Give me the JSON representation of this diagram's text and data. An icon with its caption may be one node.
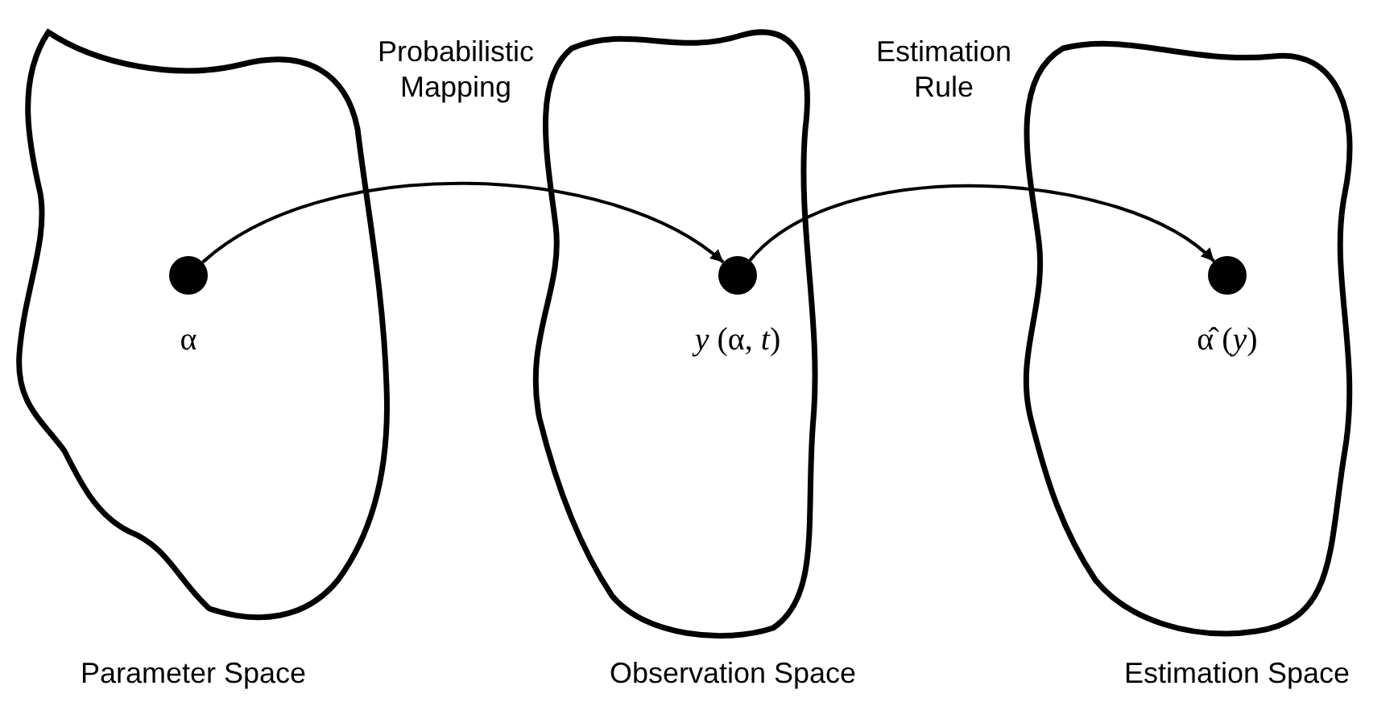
{
  "diagram": {
    "nodes": [
      {
        "text": [],
        "shape": "cloud",
        "beside": [
          "Parameter Space"
        ]
      },
      {
        "text": [],
        "shape": "circle",
        "in": 0,
        "beside": [
          "α"
        ]
      },
      {
        "text": [],
        "shape": "cloud",
        "beside": [
          "Observation Space"
        ]
      },
      {
        "text": [],
        "shape": "circle",
        "in": 2,
        "beside": [
          "*y* (α, *t*)"
        ]
      },
      {
        "text": [],
        "shape": "cloud",
        "beside": [
          "Estimation Space"
        ]
      },
      {
        "text": [],
        "shape": "circle",
        "in": 4,
        "beside": [
          "α̂  (*y*)"
        ]
      }
    ],
    "edges": [
      {
        "from": 1,
        "to": 3,
        "arrow": "to",
        "label": "Probabilistic Mapping"
      },
      {
        "from": 3,
        "to": 5,
        "arrow": "to",
        "label": "Estimation Rule"
      }
    ]
  }
}
